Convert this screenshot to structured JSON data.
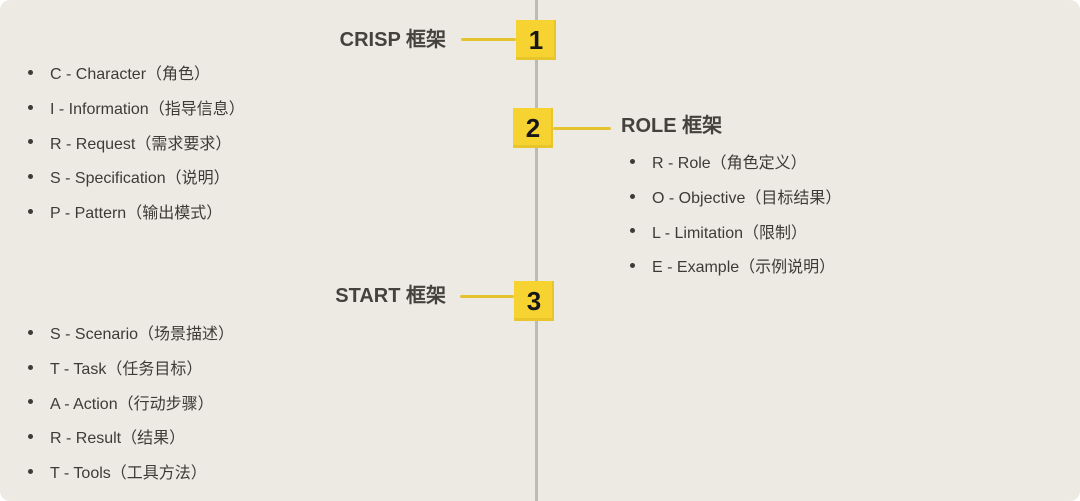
{
  "page": {
    "background_color": "#EDEAE4",
    "timeline_color": "#BEBBB4",
    "accent_yellow": "#F6D331",
    "connector_yellow": "#E5C32E",
    "text_color": "#3E3B37"
  },
  "milestones": [
    {
      "number": "1",
      "title": "CRISP 框架",
      "side": "left",
      "items": [
        "C - Character（角色）",
        "I - Information（指导信息）",
        "R - Request（需求要求）",
        "S - Specification（说明）",
        "P - Pattern（输出模式）"
      ]
    },
    {
      "number": "2",
      "title": "ROLE 框架",
      "side": "right",
      "items": [
        "R - Role（角色定义）",
        "O - Objective（目标结果）",
        "L - Limitation（限制）",
        "E - Example（示例说明）"
      ]
    },
    {
      "number": "3",
      "title": "START 框架",
      "side": "left",
      "items": [
        "S - Scenario（场景描述）",
        "T - Task（任务目标）",
        "A - Action（行动步骤）",
        "R - Result（结果）",
        "T - Tools（工具方法）"
      ]
    }
  ]
}
